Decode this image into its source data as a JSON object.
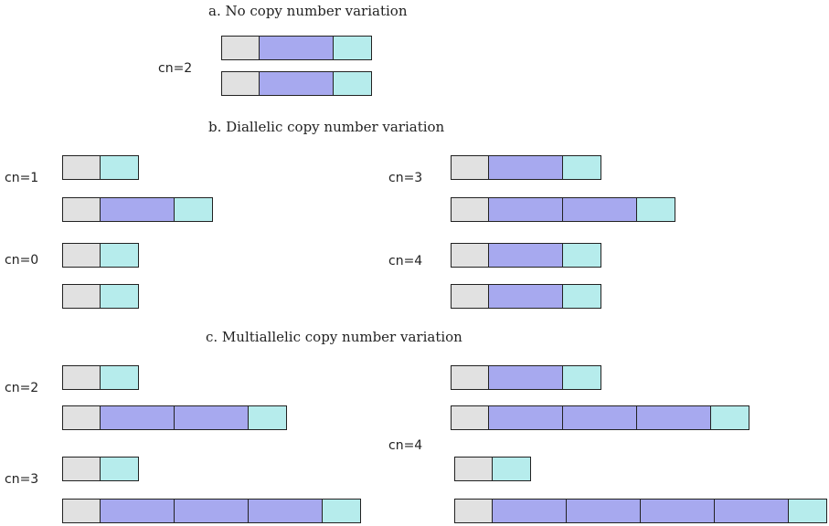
{
  "colors": {
    "flank_left": "#e1e1e1",
    "copy": "#a7a9ef",
    "flank_right": "#b6ecec",
    "stroke": "#222222"
  },
  "sections": [
    {
      "title": "a. No copy number variation",
      "groups": [
        {
          "label": "cn=2",
          "chromosomes": [
            {
              "copies": 1
            },
            {
              "copies": 1
            }
          ]
        }
      ]
    },
    {
      "title": "b. Diallelic copy number variation",
      "groups": [
        {
          "label": "cn=1",
          "chromosomes": [
            {
              "copies": 0
            },
            {
              "copies": 1
            }
          ]
        },
        {
          "label": "cn=3",
          "chromosomes": [
            {
              "copies": 1
            },
            {
              "copies": 2
            }
          ]
        },
        {
          "label": "cn=0",
          "chromosomes": [
            {
              "copies": 0
            },
            {
              "copies": 0
            }
          ]
        },
        {
          "label": "cn=4",
          "chromosomes": [
            {
              "copies": 1
            },
            {
              "copies": 1
            }
          ]
        }
      ]
    },
    {
      "title": "c. Multiallelic copy number variation",
      "groups": [
        {
          "label": "cn=2",
          "chromosomes": [
            {
              "copies": 0
            },
            {
              "copies": 2
            }
          ]
        },
        {
          "label": "cn=3",
          "chromosomes": [
            {
              "copies": 0
            },
            {
              "copies": 3
            }
          ]
        },
        {
          "label": "cn=4",
          "chromosomes": [
            {
              "copies": 1
            },
            {
              "copies": 3
            },
            {
              "copies": 0
            },
            {
              "copies": 4
            }
          ]
        }
      ]
    }
  ]
}
